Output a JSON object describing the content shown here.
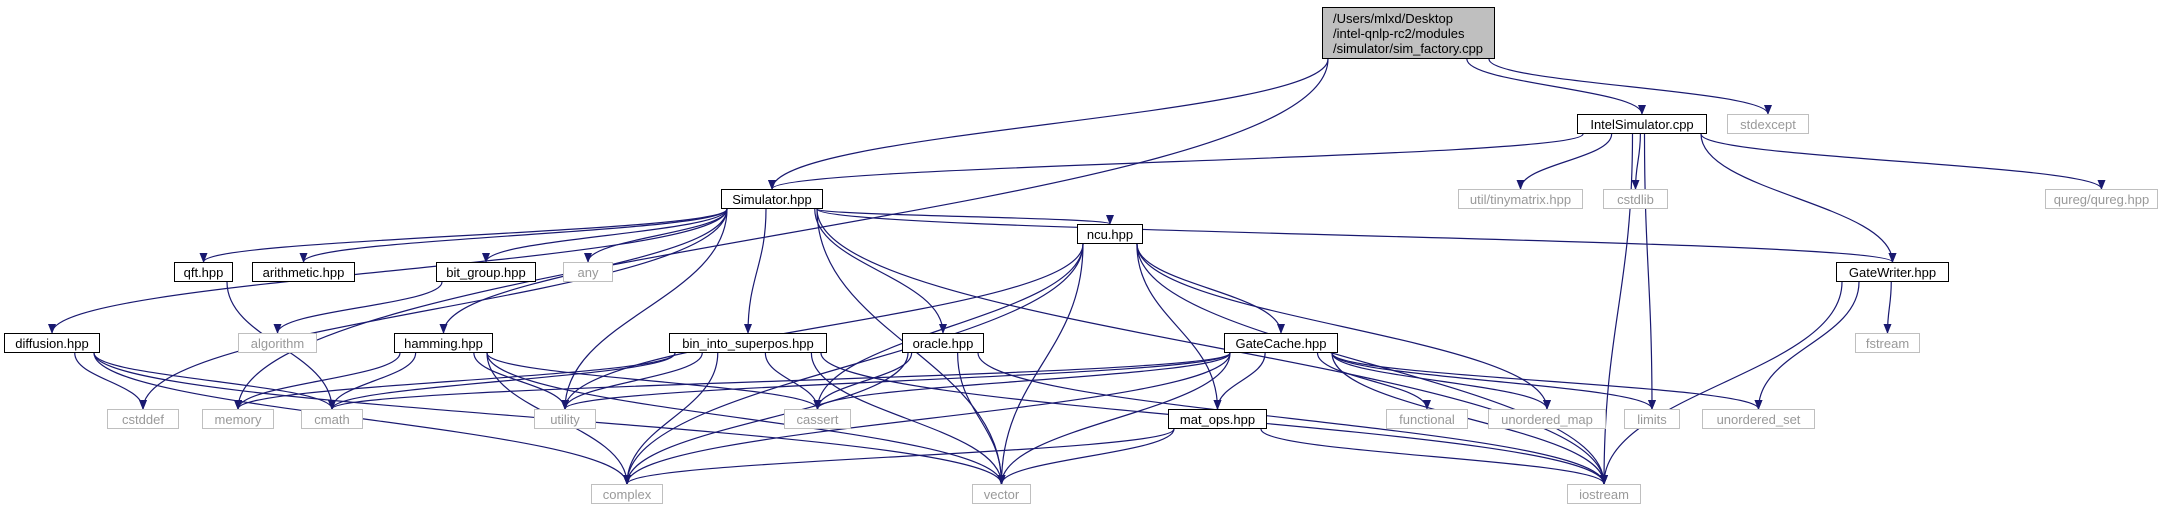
{
  "colors": {
    "edge": "#191970",
    "root_fill": "#bfbfbf",
    "std_border": "#bfbfbf",
    "std_text": "#999999"
  },
  "nodes": {
    "root": "/Users/mlxd/Desktop\n/intel-qnlp-rc2/modules\n/simulator/sim_factory.cpp",
    "intelsim": "IntelSimulator.cpp",
    "stdexcept": "stdexcept",
    "simulator": "Simulator.hpp",
    "tinymatrix": "util/tinymatrix.hpp",
    "cstdlib": "cstdlib",
    "qureg": "qureg/qureg.hpp",
    "qft": "qft.hpp",
    "arithmetic": "arithmetic.hpp",
    "bitgroup": "bit_group.hpp",
    "any": "any",
    "ncu": "ncu.hpp",
    "gatewriter": "GateWriter.hpp",
    "diffusion": "diffusion.hpp",
    "algorithm": "algorithm",
    "hamming": "hamming.hpp",
    "binsup": "bin_into_superpos.hpp",
    "oracle": "oracle.hpp",
    "gatecache": "GateCache.hpp",
    "fstream": "fstream",
    "cstddef": "cstddef",
    "memory": "memory",
    "cmath": "cmath",
    "utility": "utility",
    "cassert": "cassert",
    "functional": "functional",
    "unordered_map": "unordered_map",
    "limits": "limits",
    "unordered_set": "unordered_set",
    "matops": "mat_ops.hpp",
    "complex": "complex",
    "vector": "vector",
    "iostream": "iostream"
  },
  "edges": [
    [
      "root",
      "intelsim"
    ],
    [
      "root",
      "stdexcept"
    ],
    [
      "root",
      "simulator"
    ],
    [
      "root",
      "memory"
    ],
    [
      "intelsim",
      "simulator"
    ],
    [
      "intelsim",
      "tinymatrix"
    ],
    [
      "intelsim",
      "cstdlib"
    ],
    [
      "intelsim",
      "qureg"
    ],
    [
      "intelsim",
      "gatewriter"
    ],
    [
      "intelsim",
      "limits"
    ],
    [
      "intelsim",
      "iostream"
    ],
    [
      "simulator",
      "qft"
    ],
    [
      "simulator",
      "arithmetic"
    ],
    [
      "simulator",
      "bitgroup"
    ],
    [
      "simulator",
      "any"
    ],
    [
      "simulator",
      "ncu"
    ],
    [
      "simulator",
      "gatewriter"
    ],
    [
      "simulator",
      "diffusion"
    ],
    [
      "simulator",
      "hamming"
    ],
    [
      "simulator",
      "binsup"
    ],
    [
      "simulator",
      "oracle"
    ],
    [
      "simulator",
      "cstddef"
    ],
    [
      "simulator",
      "utility"
    ],
    [
      "simulator",
      "vector"
    ],
    [
      "simulator",
      "iostream"
    ],
    [
      "qft",
      "cmath"
    ],
    [
      "bitgroup",
      "algorithm"
    ],
    [
      "gatewriter",
      "fstream"
    ],
    [
      "gatewriter",
      "unordered_set"
    ],
    [
      "gatewriter",
      "iostream"
    ],
    [
      "diffusion",
      "cstddef"
    ],
    [
      "diffusion",
      "cmath"
    ],
    [
      "diffusion",
      "complex"
    ],
    [
      "diffusion",
      "vector"
    ],
    [
      "ncu",
      "gatecache"
    ],
    [
      "ncu",
      "matops"
    ],
    [
      "ncu",
      "cassert"
    ],
    [
      "ncu",
      "utility"
    ],
    [
      "ncu",
      "complex"
    ],
    [
      "ncu",
      "vector"
    ],
    [
      "ncu",
      "unordered_map"
    ],
    [
      "ncu",
      "iostream"
    ],
    [
      "hamming",
      "memory"
    ],
    [
      "hamming",
      "cmath"
    ],
    [
      "hamming",
      "utility"
    ],
    [
      "hamming",
      "cassert"
    ],
    [
      "hamming",
      "complex"
    ],
    [
      "hamming",
      "vector"
    ],
    [
      "binsup",
      "memory"
    ],
    [
      "binsup",
      "cmath"
    ],
    [
      "binsup",
      "utility"
    ],
    [
      "binsup",
      "cassert"
    ],
    [
      "binsup",
      "complex"
    ],
    [
      "binsup",
      "vector"
    ],
    [
      "binsup",
      "iostream"
    ],
    [
      "oracle",
      "cassert"
    ],
    [
      "oracle",
      "complex"
    ],
    [
      "oracle",
      "vector"
    ],
    [
      "oracle",
      "iostream"
    ],
    [
      "gatecache",
      "matops"
    ],
    [
      "gatecache",
      "cmath"
    ],
    [
      "gatecache",
      "utility"
    ],
    [
      "gatecache",
      "cassert"
    ],
    [
      "gatecache",
      "functional"
    ],
    [
      "gatecache",
      "unordered_map"
    ],
    [
      "gatecache",
      "limits"
    ],
    [
      "gatecache",
      "unordered_set"
    ],
    [
      "gatecache",
      "complex"
    ],
    [
      "gatecache",
      "vector"
    ],
    [
      "gatecache",
      "iostream"
    ],
    [
      "matops",
      "complex"
    ],
    [
      "matops",
      "vector"
    ],
    [
      "matops",
      "iostream"
    ]
  ]
}
